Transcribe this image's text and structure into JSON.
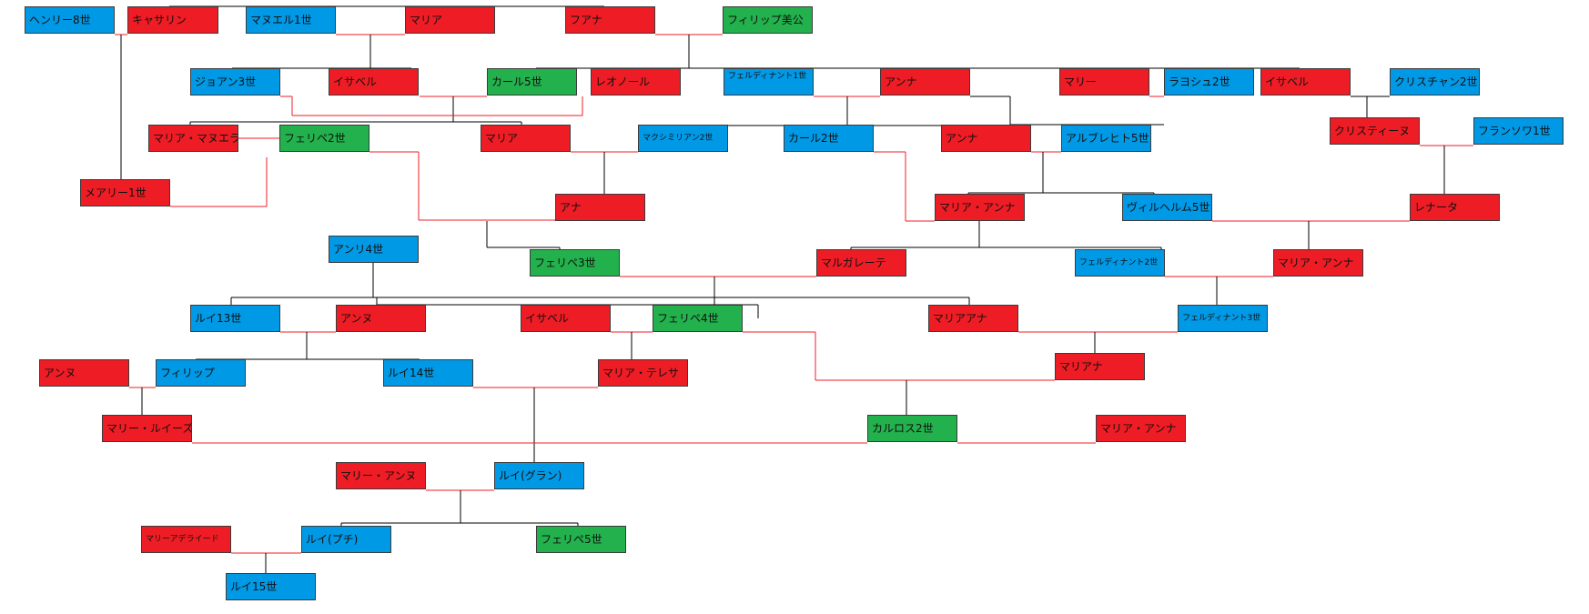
{
  "colors": {
    "male": "#0099e6",
    "female": "#ee1c24",
    "habsburg_ruler": "#22b14c",
    "line_black": "#000000",
    "line_red": "#ee1c24"
  },
  "nodes": [
    {
      "id": "henry8",
      "label": "ヘンリー8世",
      "kind": "male"
    },
    {
      "id": "catherine",
      "label": "キャサリン",
      "kind": "female"
    },
    {
      "id": "manuel1",
      "label": "マヌエル1世",
      "kind": "male"
    },
    {
      "id": "maria_a",
      "label": "マリア",
      "kind": "female"
    },
    {
      "id": "juana",
      "label": "フアナ",
      "kind": "female"
    },
    {
      "id": "felipe_bikou",
      "label": "フィリップ美公",
      "kind": "habsburg_ruler"
    },
    {
      "id": "joao3",
      "label": "ジョアン3世",
      "kind": "male"
    },
    {
      "id": "isabel_a",
      "label": "イサベル",
      "kind": "female"
    },
    {
      "id": "karl5",
      "label": "カール5世",
      "kind": "habsburg_ruler"
    },
    {
      "id": "leonor",
      "label": "レオノール",
      "kind": "female"
    },
    {
      "id": "ferdinand1",
      "label": "フェルディナント1世",
      "kind": "male"
    },
    {
      "id": "anna_a",
      "label": "アンナ",
      "kind": "female"
    },
    {
      "id": "marie_a",
      "label": "マリー",
      "kind": "female"
    },
    {
      "id": "lajos2",
      "label": "ラヨシュ2世",
      "kind": "male"
    },
    {
      "id": "isabel_b",
      "label": "イサベル",
      "kind": "female"
    },
    {
      "id": "christian2",
      "label": "クリスチャン2世",
      "kind": "male"
    },
    {
      "id": "maria_manuela",
      "label": "マリア・マヌエラ",
      "kind": "female"
    },
    {
      "id": "felipe2",
      "label": "フェリペ2世",
      "kind": "habsburg_ruler"
    },
    {
      "id": "maria_b",
      "label": "マリア",
      "kind": "female"
    },
    {
      "id": "max2",
      "label": "マクシミリアン2世",
      "kind": "male"
    },
    {
      "id": "karl2",
      "label": "カール2世",
      "kind": "male"
    },
    {
      "id": "anna_b",
      "label": "アンナ",
      "kind": "female"
    },
    {
      "id": "albrecht5",
      "label": "アルブレヒト5世",
      "kind": "male"
    },
    {
      "id": "christine",
      "label": "クリスティーヌ",
      "kind": "female"
    },
    {
      "id": "francois1",
      "label": "フランソワ1世",
      "kind": "male"
    },
    {
      "id": "mary1",
      "label": "メアリー1世",
      "kind": "female"
    },
    {
      "id": "ana",
      "label": "アナ",
      "kind": "female"
    },
    {
      "id": "maria_anna_a",
      "label": "マリア・アンナ",
      "kind": "female"
    },
    {
      "id": "wilhelm5",
      "label": "ヴィルヘルム5世",
      "kind": "male"
    },
    {
      "id": "renata",
      "label": "レナータ",
      "kind": "female"
    },
    {
      "id": "henri4",
      "label": "アンリ4世",
      "kind": "male"
    },
    {
      "id": "felipe3",
      "label": "フェリペ3世",
      "kind": "habsburg_ruler"
    },
    {
      "id": "margarete",
      "label": "マルガレーテ",
      "kind": "female"
    },
    {
      "id": "ferdinand2",
      "label": "フェルディナント2世",
      "kind": "male"
    },
    {
      "id": "maria_anna_b",
      "label": "マリア・アンナ",
      "kind": "female"
    },
    {
      "id": "louis13",
      "label": "ルイ13世",
      "kind": "male"
    },
    {
      "id": "anne_a",
      "label": "アンヌ",
      "kind": "female"
    },
    {
      "id": "isabel_c",
      "label": "イサベル",
      "kind": "female"
    },
    {
      "id": "felipe4",
      "label": "フェリペ4世",
      "kind": "habsburg_ruler"
    },
    {
      "id": "maria_ana_a",
      "label": "マリアアナ",
      "kind": "female"
    },
    {
      "id": "ferdinand3",
      "label": "フェルディナント3世",
      "kind": "male"
    },
    {
      "id": "anne_b",
      "label": "アンヌ",
      "kind": "female"
    },
    {
      "id": "philippe",
      "label": "フィリップ",
      "kind": "male"
    },
    {
      "id": "louis14",
      "label": "ルイ14世",
      "kind": "male"
    },
    {
      "id": "maria_teresa",
      "label": "マリア・テレサ",
      "kind": "female"
    },
    {
      "id": "mariana",
      "label": "マリアナ",
      "kind": "female"
    },
    {
      "id": "marie_louise",
      "label": "マリー・ルイーズ",
      "kind": "female"
    },
    {
      "id": "carlos2",
      "label": "カルロス2世",
      "kind": "habsburg_ruler"
    },
    {
      "id": "maria_anna_c",
      "label": "マリア・アンナ",
      "kind": "female"
    },
    {
      "id": "marie_anne",
      "label": "マリー・アンヌ",
      "kind": "female"
    },
    {
      "id": "louis_gran",
      "label": "ルイ(グラン)",
      "kind": "male"
    },
    {
      "id": "marie_adelaide",
      "label": "マリーアデライード",
      "kind": "female"
    },
    {
      "id": "louis_petit",
      "label": "ルイ(プチ)",
      "kind": "male"
    },
    {
      "id": "felipe5",
      "label": "フェリペ5世",
      "kind": "habsburg_ruler"
    },
    {
      "id": "louis15",
      "label": "ルイ15世",
      "kind": "male"
    }
  ]
}
